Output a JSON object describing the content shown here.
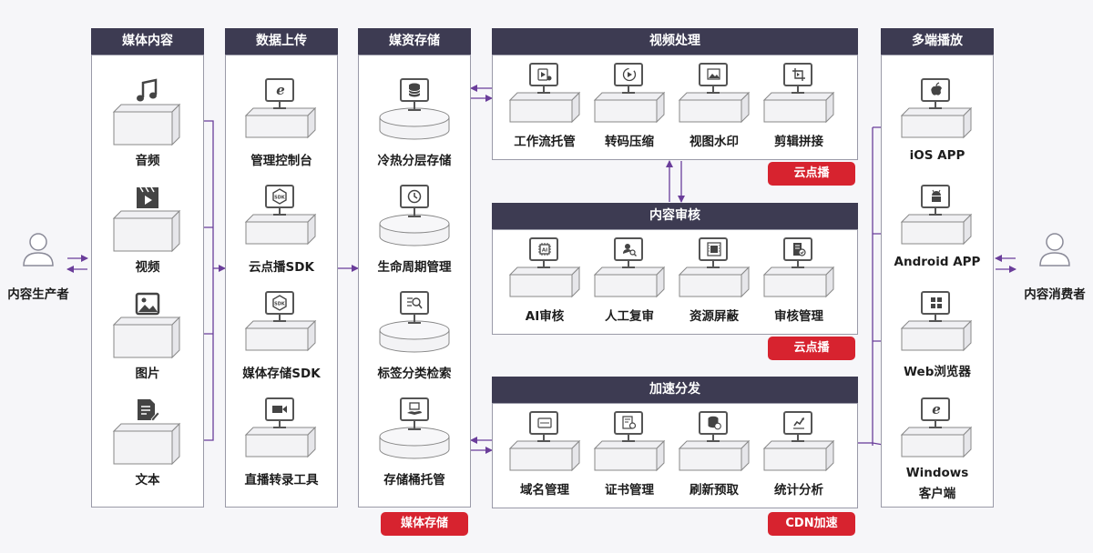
{
  "producer": "内容生产者",
  "consumer": "内容消费者",
  "media_content": {
    "title": "媒体内容",
    "items": [
      "音频",
      "视频",
      "图片",
      "文本"
    ]
  },
  "data_upload": {
    "title": "数据上传",
    "items": [
      "管理控制台",
      "云点播SDK",
      "媒体存储SDK",
      "直播转录工具"
    ]
  },
  "media_storage": {
    "title": "媒资存储",
    "items": [
      "冷热分层存储",
      "生命周期管理",
      "标签分类检索",
      "存储桶托管"
    ],
    "tag": "媒体存储"
  },
  "video_processing": {
    "title": "视频处理",
    "items": [
      "工作流托管",
      "转码压缩",
      "视图水印",
      "剪辑拼接"
    ],
    "tag": "云点播"
  },
  "content_review": {
    "title": "内容审核",
    "items": [
      "AI审核",
      "人工复审",
      "资源屏蔽",
      "审核管理"
    ],
    "tag": "云点播"
  },
  "acceleration": {
    "title": "加速分发",
    "items": [
      "域名管理",
      "证书管理",
      "刷新预取",
      "统计分析"
    ],
    "tag": "CDN加速"
  },
  "multi_playback": {
    "title": "多端播放",
    "items": [
      "iOS APP",
      "Android APP",
      "Web浏览器",
      "Windows",
      "客户端"
    ]
  },
  "icons": {
    "media": [
      "music-note-icon",
      "clapperboard-icon",
      "image-icon",
      "document-edit-icon"
    ],
    "upload": [
      "ie-browser-icon",
      "sdk-icon",
      "sdk-icon",
      "camera-icon"
    ],
    "storage": [
      "database-icon",
      "clock-icon",
      "list-search-icon",
      "bucket-hand-icon"
    ],
    "video": [
      "workflow-icon",
      "play-compress-icon",
      "image-watermark-icon",
      "crop-icon"
    ],
    "review": [
      "ai-chip-icon",
      "person-search-icon",
      "film-block-icon",
      "review-doc-icon"
    ],
    "accel": [
      "card-icon",
      "certificate-icon",
      "refresh-db-icon",
      "stats-chart-icon"
    ],
    "play": [
      "apple-icon",
      "android-icon",
      "windows-icon",
      "ie-browser-icon"
    ]
  },
  "colors": {
    "header": "#3d3b52",
    "tag": "#d7232f",
    "arrow": "#6a3d9a",
    "border": "#9a9aa8"
  }
}
